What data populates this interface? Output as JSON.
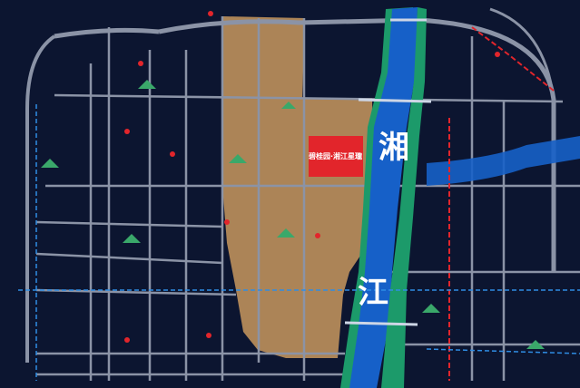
{
  "river": {
    "label_top": "湘",
    "label_bottom": "江"
  },
  "project": {
    "label": "碧桂园·湘江星瓏"
  },
  "colors": {
    "background": "#0c1530",
    "district": "#b58a5a",
    "river": "#1660c8",
    "riverbank": "#1c9a6a",
    "road": "#8b93a6",
    "project": "#e2252b",
    "metro_red": "#e2252b",
    "metro_blue": "#2f8de4"
  }
}
